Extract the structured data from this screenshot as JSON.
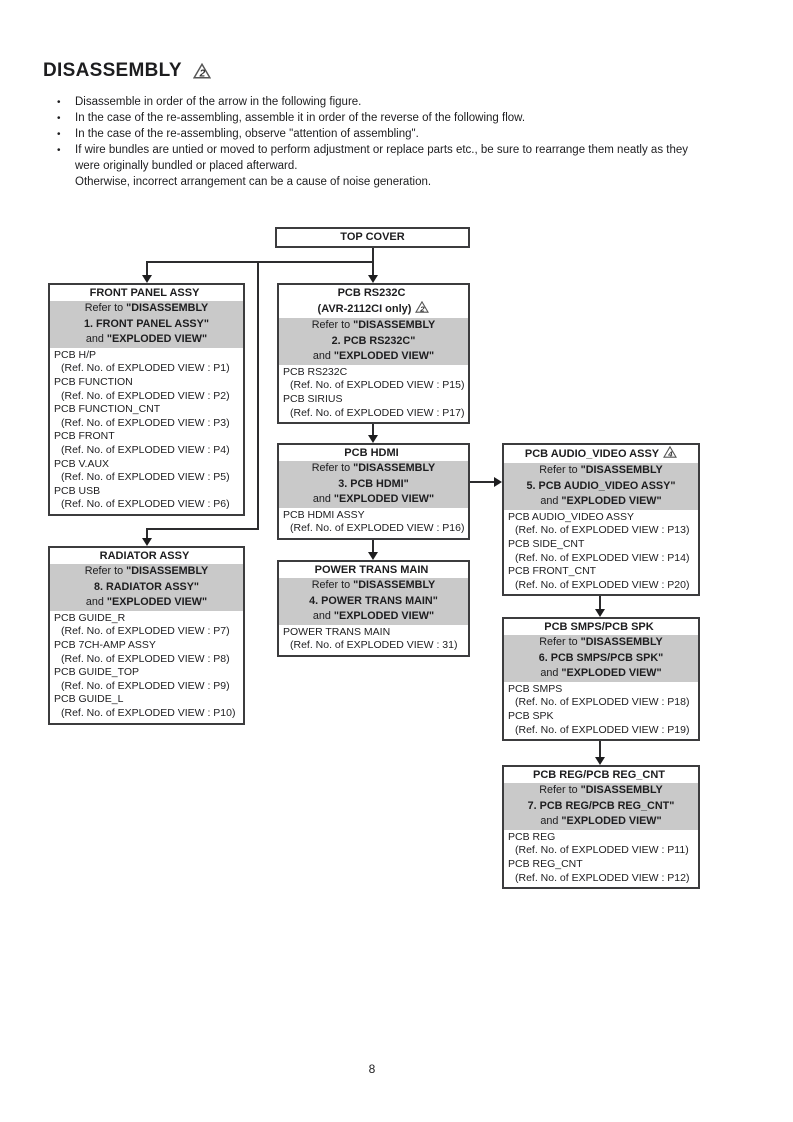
{
  "page": {
    "title": "DISASSEMBLY",
    "title_caution": "2",
    "page_number": "8"
  },
  "instructions": [
    {
      "text": "Disassemble in order of the arrow in the following figure."
    },
    {
      "text": "In the case of the re-assembling, assemble it in order of the reverse of the following flow."
    },
    {
      "text": "In the case of the re-assembling, observe \"attention of assembling\"."
    },
    {
      "text": "If wire bundles are untied or moved to perform adjustment or replace parts etc., be sure to rearrange them neatly as they were originally bundled or placed afterward.",
      "extra": "Otherwise, incorrect arrangement can be a cause of noise generation."
    }
  ],
  "flowchart": {
    "top_cover": {
      "title": "TOP COVER"
    },
    "refer_prefix": "Refer to ",
    "refer_target": "\"DISASSEMBLY",
    "refer_and": "and ",
    "refer_exploded": "\"EXPLODED VIEW\"",
    "boxes": [
      {
        "id": "front-panel-assy",
        "title": "FRONT PANEL ASSY",
        "refer_step": "1. FRONT PANEL ASSY\"",
        "items": [
          {
            "name": "PCB H/P",
            "ref": "(Ref. No. of EXPLODED VIEW : P1)"
          },
          {
            "name": "PCB FUNCTION",
            "ref": "(Ref. No. of EXPLODED VIEW : P2)"
          },
          {
            "name": "PCB FUNCTION_CNT",
            "ref": "(Ref. No. of EXPLODED VIEW : P3)"
          },
          {
            "name": "PCB FRONT",
            "ref": "(Ref. No. of EXPLODED VIEW : P4)"
          },
          {
            "name": "PCB V.AUX",
            "ref": "(Ref. No. of EXPLODED VIEW : P5)"
          },
          {
            "name": "PCB USB",
            "ref": "(Ref. No. of EXPLODED VIEW : P6)"
          }
        ]
      },
      {
        "id": "pcb-rs232c",
        "title": "PCB RS232C",
        "subtitle": "(AVR-2112CI only)",
        "subtitle_caution": "2",
        "refer_step": "2. PCB RS232C\"",
        "items": [
          {
            "name": "PCB RS232C",
            "ref": "(Ref. No. of EXPLODED VIEW : P15)"
          },
          {
            "name": "PCB SIRIUS",
            "ref": "(Ref. No. of EXPLODED VIEW : P17)"
          }
        ]
      },
      {
        "id": "pcb-hdmi",
        "title": "PCB HDMI",
        "refer_step": "3. PCB HDMI\"",
        "items": [
          {
            "name": "PCB HDMI ASSY",
            "ref": "(Ref. No. of EXPLODED VIEW : P16)"
          }
        ]
      },
      {
        "id": "power-trans-main",
        "title": "POWER TRANS MAIN",
        "refer_step": "4. POWER TRANS MAIN\"",
        "items": [
          {
            "name": "POWER TRANS MAIN",
            "ref": "(Ref. No. of EXPLODED VIEW : 31)"
          }
        ]
      },
      {
        "id": "pcb-audio-video-assy",
        "title": "PCB AUDIO_VIDEO ASSY",
        "title_caution": "4",
        "refer_step": "5. PCB AUDIO_VIDEO ASSY\"",
        "items": [
          {
            "name": "PCB AUDIO_VIDEO ASSY",
            "ref": "(Ref. No. of EXPLODED VIEW : P13)"
          },
          {
            "name": "PCB SIDE_CNT",
            "ref": "(Ref. No. of EXPLODED VIEW : P14)"
          },
          {
            "name": "PCB FRONT_CNT",
            "ref": "(Ref. No. of EXPLODED VIEW : P20)"
          }
        ]
      },
      {
        "id": "radiator-assy",
        "title": "RADIATOR ASSY",
        "refer_step": "8. RADIATOR ASSY\"",
        "items": [
          {
            "name": "PCB GUIDE_R",
            "ref": "(Ref. No. of EXPLODED VIEW : P7)"
          },
          {
            "name": "PCB 7CH-AMP ASSY",
            "ref": "(Ref. No. of EXPLODED VIEW : P8)"
          },
          {
            "name": "PCB GUIDE_TOP",
            "ref": "(Ref. No. of EXPLODED VIEW : P9)"
          },
          {
            "name": "PCB GUIDE_L",
            "ref": "(Ref. No. of EXPLODED VIEW : P10)"
          }
        ]
      },
      {
        "id": "pcb-smps-pcb-spk",
        "title": "PCB SMPS/PCB SPK",
        "refer_step": "6. PCB SMPS/PCB SPK\"",
        "items": [
          {
            "name": "PCB SMPS",
            "ref": "(Ref. No. of EXPLODED VIEW : P18)"
          },
          {
            "name": "PCB SPK",
            "ref": "(Ref. No. of EXPLODED VIEW : P19)"
          }
        ]
      },
      {
        "id": "pcb-reg-pcb-reg-cnt",
        "title": "PCB REG/PCB REG_CNT",
        "refer_step": "7. PCB REG/PCB REG_CNT\"",
        "items": [
          {
            "name": "PCB REG",
            "ref": "(Ref. No. of EXPLODED VIEW : P11)"
          },
          {
            "name": "PCB REG_CNT",
            "ref": "(Ref. No. of EXPLODED VIEW : P12)"
          }
        ]
      }
    ]
  },
  "colors": {
    "refer_shade": "#c9c9c9",
    "box_border": "#3c3c3e",
    "text": "#1d1d1f"
  }
}
